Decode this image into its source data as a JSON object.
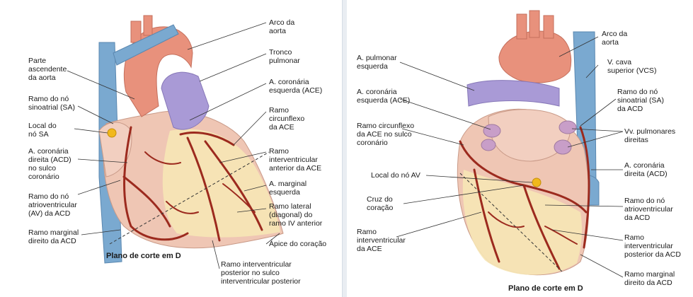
{
  "left_panel": {
    "labels": {
      "arco": "Arco da\naorta",
      "tronco": "Tronco\npulmonar",
      "ace": "A. coronária\nesquerda (ACE)",
      "circ": "Ramo\ncircunflexo\nda ACE",
      "iv_ant": "Ramo\ninterventricular\nanterior da ACE",
      "marg_esq": "A. marginal\nesquerda",
      "lateral": "Ramo lateral\n(diagonal) do\nramo IV anterior",
      "apice": "Ápice do coração",
      "iv_post": "Ramo interventricular\nposterior no sulco\ninterventricular posterior",
      "plano": "Plano de corte em D",
      "marg_dir": "Ramo marginal\ndireito da ACD",
      "no_av": "Ramo do nó\natrioventricular\n(AV) da ACD",
      "acd": "A. coronária\ndireita (ACD)\nno sulco\ncoronário",
      "local_sa": "Local do\nnó SA",
      "no_sa": "Ramo do nó\nsinoatrial (SA)",
      "asc": "Parte\nascendente\nda aorta"
    }
  },
  "right_panel": {
    "labels": {
      "pulm_esq": "A. pulmonar\nesquerda",
      "ace": "A. coronária\nesquerda (ACE)",
      "circ_sulco": "Ramo circunflexo\nda ACE no sulco\ncoronário",
      "local_av": "Local do nó AV",
      "cruz": "Cruz do\ncoração",
      "iv_ace": "Ramo\ninterventricular\nda ACE",
      "plano": "Plano de corte em D",
      "arco": "Arco da\naorta",
      "vcs": "V. cava\nsuperior (VCS)",
      "no_sa": "Ramo do nó\nsinoatrial (SA)\nda ACD",
      "vv_pulm": "Vv. pulmonares\ndireitas",
      "acd": "A. coronária\ndireita (ACD)",
      "no_av": "Ramo do nó\natrioventricular\nda ACD",
      "iv_post": "Ramo\ninterventricular\nposterior da ACD",
      "marg_dir": "Ramo marginal\ndireito da ACD"
    }
  },
  "colors": {
    "myocardium": "#f0c8b8",
    "fat": "#f6e6b8",
    "aorta": "#e8917c",
    "vein": "#79a8cf",
    "pulmonary": "#a99ad6",
    "artery": "#9c2a1e",
    "node": "#f1b81c"
  }
}
